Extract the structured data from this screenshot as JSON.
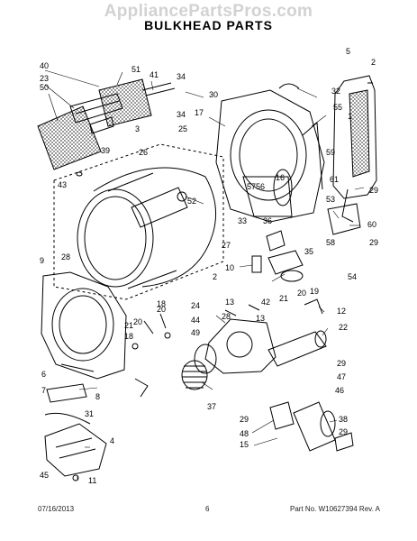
{
  "watermark": "AppliancePartsPros.com",
  "title": "BULKHEAD PARTS",
  "footer": {
    "date": "07/16/2013",
    "page": "6",
    "part": "Part No.  W10627394  Rev. A"
  },
  "callouts": [
    "40",
    "51",
    "41",
    "34",
    "30",
    "32",
    "2",
    "23",
    "50",
    "5",
    "3",
    "39",
    "34",
    "17",
    "55",
    "1",
    "25",
    "26",
    "59",
    "61",
    "57",
    "56",
    "16",
    "43",
    "52",
    "29",
    "53",
    "60",
    "33",
    "36",
    "58",
    "29",
    "27",
    "28",
    "35",
    "54",
    "9",
    "10",
    "2",
    "13",
    "42",
    "21",
    "19",
    "20",
    "18",
    "20",
    "21",
    "20",
    "24",
    "44",
    "28",
    "12",
    "13",
    "22",
    "18",
    "49",
    "37",
    "6",
    "7",
    "8",
    "31",
    "4",
    "45",
    "11",
    "29",
    "47",
    "46",
    "29",
    "48",
    "15",
    "38",
    "29"
  ]
}
